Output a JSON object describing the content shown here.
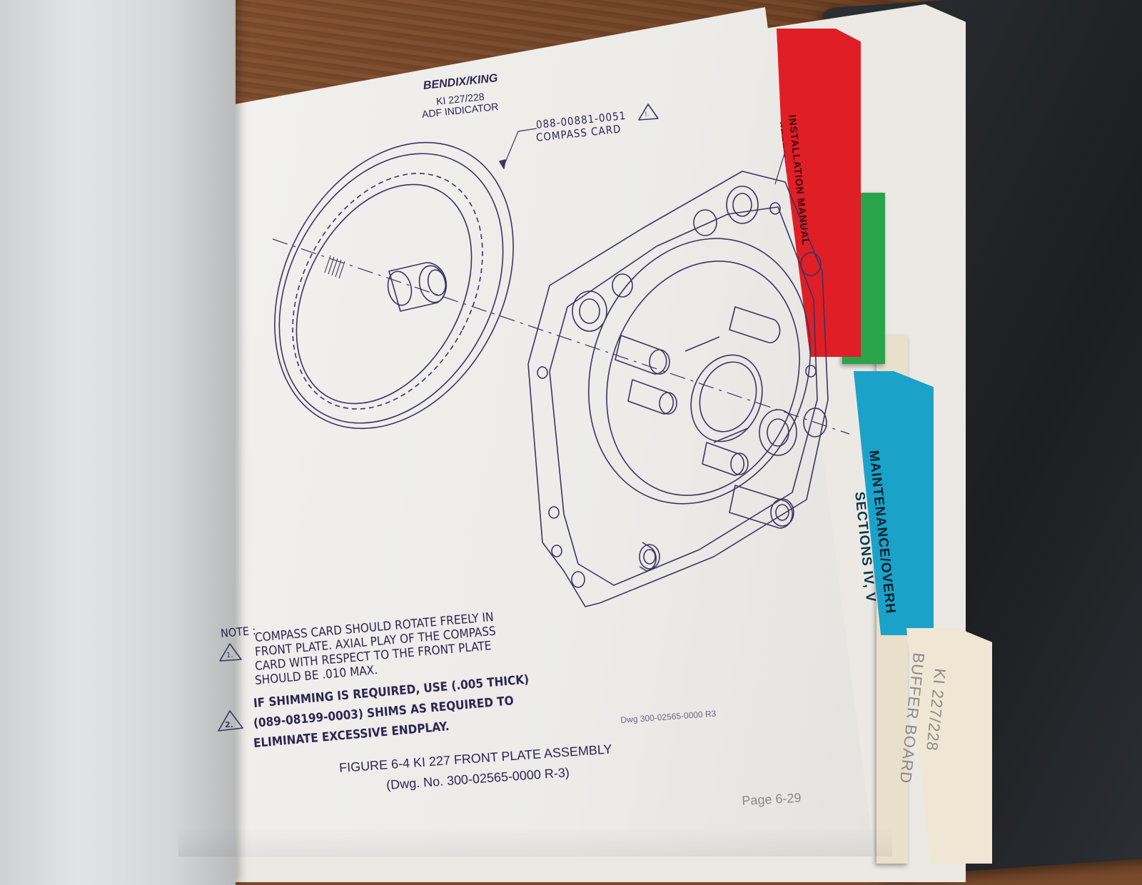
{
  "photo": {
    "header": {
      "brand": "BENDIX/KING",
      "model": "KI 227/228",
      "title": "ADF INDICATOR"
    },
    "callout": {
      "part_number": "088-00881-0051",
      "part_name": "COMPASS CARD",
      "warning_marker": "!."
    },
    "notes": {
      "label": "NOTE :",
      "note1": {
        "marker": "1.",
        "lines": [
          "COMPASS CARD SHOULD ROTATE FREELY IN",
          "FRONT PLATE.  AXIAL PLAY OF THE COMPASS",
          "CARD WITH RESPECT TO THE FRONT PLATE",
          "SHOULD BE .010 MAX."
        ]
      },
      "note2": {
        "marker": "2.",
        "lines": [
          "IF SHIMMING IS REQUIRED, USE (.005 THICK)",
          "(089-08199-0003) SHIMS AS REQUIRED TO",
          "ELIMINATE EXCESSIVE ENDPLAY."
        ]
      }
    },
    "dwg_ref": "Dwg 300-02565-0000 R3",
    "figure": {
      "title": "FIGURE 6-4 KI 227 FRONT PLATE ASSEMBLY",
      "dwg": "(Dwg. No. 300-02565-0000 R-3)"
    },
    "page_number": "Page 6-29",
    "tabs": {
      "installation": "INSTALLATION MANUAL",
      "installation_partial": "SECTIONS I, II, III",
      "maintenance": "MAINTENANCE/OVERH",
      "maintenance_partial": "SECTIONS IV, V",
      "ki_227_228": "KI 227/228",
      "buffer_board": "BUFFER BOARD"
    },
    "colors": {
      "ink": "#2b2650",
      "tab_red": "#e01e26",
      "tab_green": "#2aa44a",
      "tab_cyan": "#1ba2c8",
      "tab_cream": "#efe6d4",
      "binder": "#23262a",
      "wood": "#7a4a2c"
    }
  }
}
